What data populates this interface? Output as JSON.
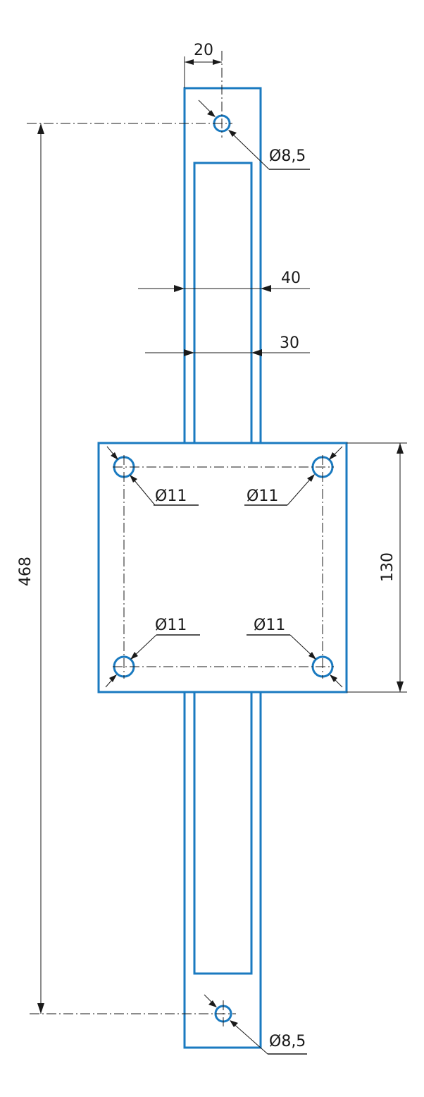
{
  "colors": {
    "part_outline": "#1a7ac0",
    "dimension_lines": "#1a1a1a",
    "background": "#ffffff"
  },
  "dimensions": {
    "hole_offset": "20",
    "outer_width": "40",
    "inner_width": "30",
    "hole_spacing": "468",
    "plate_size": "130"
  },
  "holes": {
    "top_diameter": "Ø8,5",
    "bottom_diameter": "Ø8,5",
    "plate_top_left": "Ø11",
    "plate_top_right": "Ø11",
    "plate_bottom_left": "Ø11",
    "plate_bottom_right": "Ø11"
  }
}
